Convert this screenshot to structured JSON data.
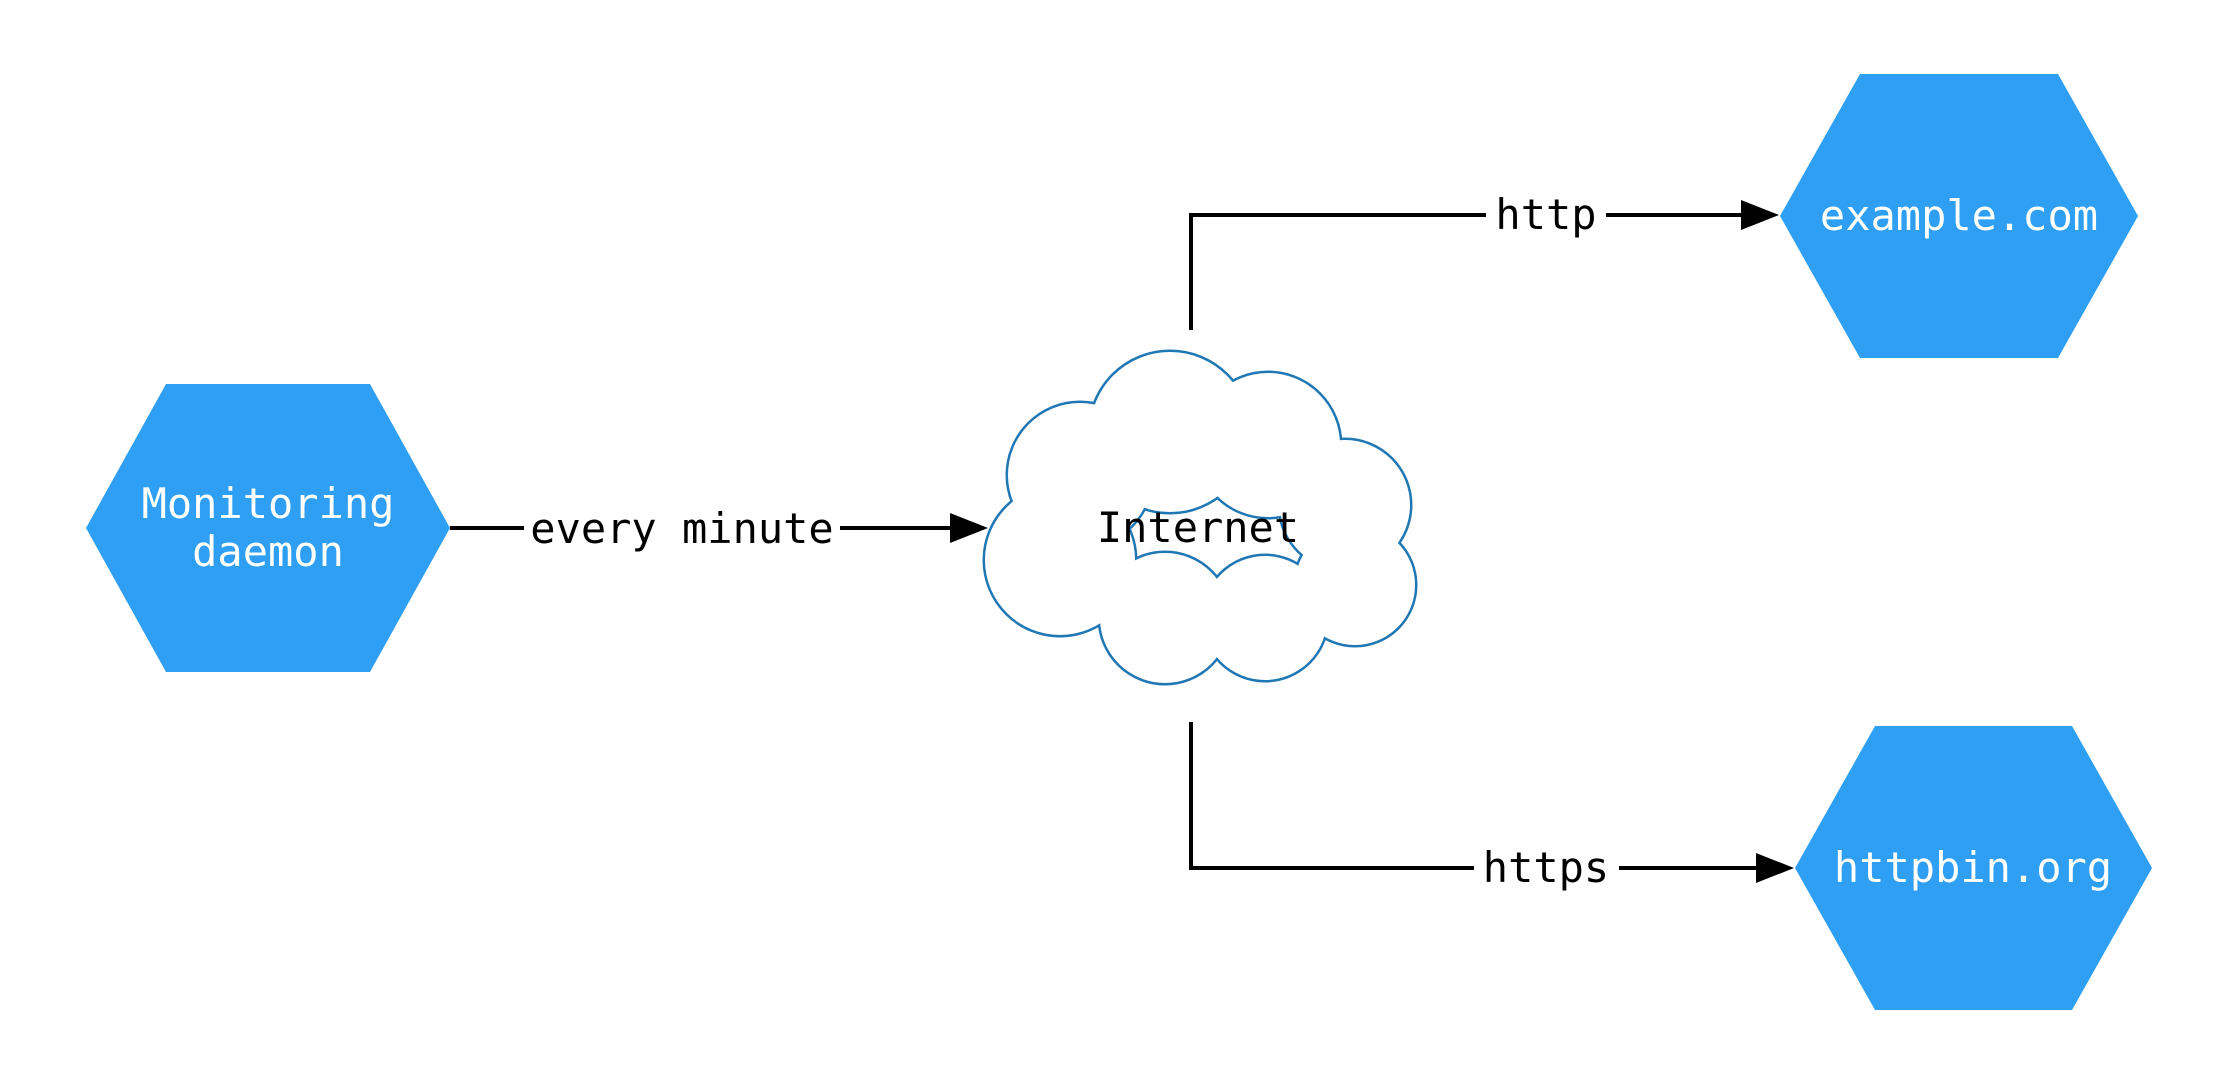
{
  "diagram": {
    "type": "network-monitoring-topology",
    "nodes": {
      "monitoring_daemon": {
        "shape": "hexagon",
        "lines": [
          "Monitoring",
          "daemon"
        ]
      },
      "internet": {
        "shape": "cloud",
        "label": "Internet"
      },
      "example_com": {
        "shape": "hexagon",
        "label": "example.com"
      },
      "httpbin_org": {
        "shape": "hexagon",
        "label": "httpbin.org"
      }
    },
    "edges": [
      {
        "from": "monitoring_daemon",
        "to": "internet",
        "label": "every minute"
      },
      {
        "from": "internet",
        "to": "example_com",
        "label": "http"
      },
      {
        "from": "internet",
        "to": "httpbin_org",
        "label": "https"
      }
    ],
    "colors": {
      "background": "#ffffff",
      "hexagon_fill": "#2e9ff2",
      "hexagon_text": "#ffffff",
      "cloud_fill": "#ffffff",
      "cloud_stroke": "#1f77b4",
      "edge_stroke": "#000000",
      "edge_label_text": "#000000"
    }
  }
}
